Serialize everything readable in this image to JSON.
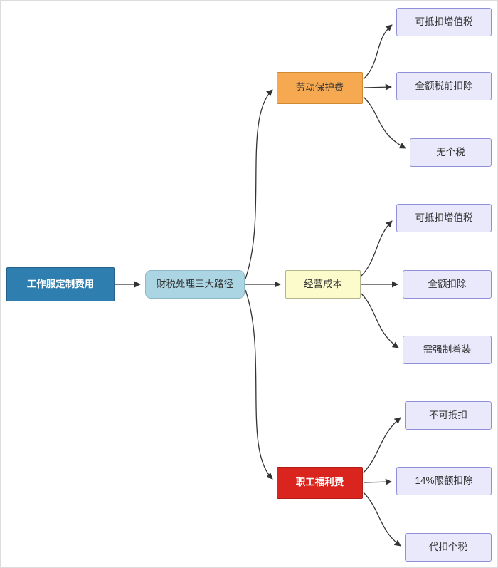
{
  "diagram": {
    "root": {
      "label": "工作服定制费用"
    },
    "hub": {
      "label": "财税处理三大路径"
    },
    "branches": [
      {
        "label": "劳动保护费",
        "children": [
          {
            "label": "可抵扣增值税"
          },
          {
            "label": "全额税前扣除"
          },
          {
            "label": "无个税"
          }
        ]
      },
      {
        "label": "经营成本",
        "children": [
          {
            "label": "可抵扣增值税"
          },
          {
            "label": "全额扣除"
          },
          {
            "label": "需强制着装"
          }
        ]
      },
      {
        "label": "职工福利费",
        "children": [
          {
            "label": "不可抵扣"
          },
          {
            "label": "14%限额扣除"
          },
          {
            "label": "代扣个税"
          }
        ]
      }
    ],
    "colors": {
      "root_bg": "#2e7eb0",
      "root_text": "#ffffff",
      "hub_bg": "#abd5e2",
      "hub_border": "#8fb9c6",
      "branch1_bg": "#f7a952",
      "branch1_border": "#d08a33",
      "branch2_bg": "#fbfbcb",
      "branch2_border": "#b5b58a",
      "branch3_bg": "#d9251d",
      "branch3_text": "#ffffff",
      "branch3_border": "#b01b15",
      "leaf_bg": "#eae9fb",
      "leaf_border": "#8f90d8",
      "edge": "#333333",
      "text": "#333333"
    }
  }
}
